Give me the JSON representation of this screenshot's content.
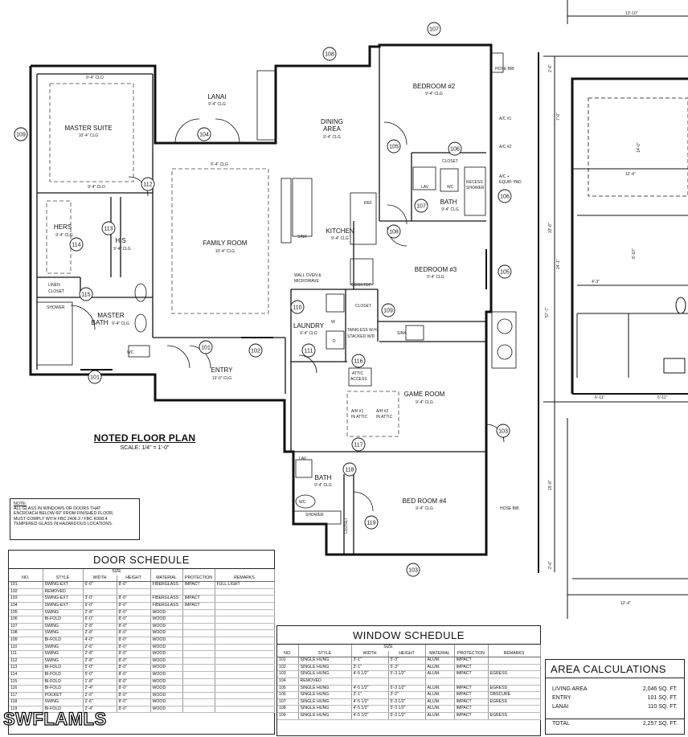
{
  "rooms": {
    "master_suite": {
      "name": "MASTER SUITE",
      "clg": "10'-4\" CLG",
      "clo": "9'-4\" CLO",
      "clo2": "9'-4\" CLO"
    },
    "lanai": {
      "name": "LANAI",
      "clg": "9'-4\" CLG"
    },
    "dining": {
      "name1": "DINING",
      "name2": "AREA",
      "clg": "9'-4\" CLG"
    },
    "bedroom2": {
      "name": "BEDROOM #2",
      "clg": "9'-4\" CLG"
    },
    "hers": {
      "name": "HERS",
      "clg": "9'-4\" CLG"
    },
    "his": {
      "name": "HIS",
      "clg": "9'-4\" CLG"
    },
    "family": {
      "name": "FAMILY ROOM",
      "clg": "10'-4\" CLG",
      "top": "9'-4\" CLG"
    },
    "kitchen": {
      "name": "KITCHEN",
      "clg": "9'-4\" CLG"
    },
    "bath2": {
      "name": "BATH",
      "clg": "9'-4\" CLG"
    },
    "bedroom3": {
      "name": "BEDROOM #3",
      "clg": "9'-4\" CLG"
    },
    "master_bath": {
      "name1": "MASTER",
      "name2": "BATH",
      "clg": "9'-4\" CLG"
    },
    "laundry": {
      "name": "LAUNDRY",
      "clg": "9'-4\" CLG"
    },
    "entry": {
      "name": "ENTRY",
      "clg": "13'-0\" CLG"
    },
    "game": {
      "name": "GAME ROOM",
      "clg": "9'-4\" CLG"
    },
    "bath3": {
      "name": "BATH",
      "clg": "9'-4\" CLG"
    },
    "bedroom4": {
      "name": "BED ROOM #4",
      "clg": "9'-4\" CLG"
    }
  },
  "fixture_labels": {
    "linen": "LINEN",
    "closet_word": "CLOSET",
    "shower": "SHOWER",
    "wc": "WC",
    "lav": "LAV",
    "sink": "SINK",
    "ref": "REF",
    "cooktop": "COOKTOP",
    "wall_oven1": "WALL OVEN &",
    "wall_oven2": "MICROWAVE",
    "recess1": "RECESS",
    "recess2": "SHOWER",
    "washer1": "TANKLESS W.H.",
    "washer2": "STACKED W/D",
    "attic1": "ATTIC",
    "attic2": "ACCESS",
    "ah1a": "A/H #1",
    "ah1b": "IN ATTIC",
    "ah2a": "A/H #2",
    "ah2b": "IN ATTIC",
    "w": "W",
    "d": "D",
    "hose_bib": "HOSE BIB",
    "ac1": "A/C #1",
    "ac2": "A/C #2",
    "ac_equip1": "A/C +",
    "ac_equip2": "EQUIP. PAD"
  },
  "tags": [
    "101",
    "102",
    "103",
    "104",
    "105",
    "106",
    "107",
    "108",
    "109",
    "110",
    "111",
    "112",
    "113",
    "114",
    "115",
    "116",
    "117",
    "118",
    "119"
  ],
  "dims": {
    "d_top": "13'-10\"",
    "d_width": "12'-4\"",
    "d_bot": "12'-4\"",
    "d_left1": "57'-7\"",
    "d_left2": "33'-8\"",
    "d_left3": "24'-1\"",
    "d_left4": "15'-8\"",
    "d_a": "6'-11\"",
    "d_b": "6'-11\"",
    "d_c": "14'-0\"",
    "d_d": "2'-6\"",
    "d_e": "7'-0\"",
    "d_f": "4'-3\"",
    "d_g": "2'-0\"",
    "d_h": "8'-10\""
  },
  "title": {
    "main": "NOTED FLOOR PLAN",
    "scale": "SCALE: 1/4\" = 1'-0\""
  },
  "note": {
    "title": "NOTE:",
    "lines": [
      "ALL GLASS IN WINDOWS OR DOORS THAT",
      "ENCROACH BELOW 60\" FROM FINISHED FLOOR,",
      "MUST COMPLY WITH FBC 2406.3 / FBC R308.4",
      "TEMPERED GLASS IN HAZARDOUS LOCATIONS."
    ]
  },
  "door_schedule": {
    "title": "DOOR SCHEDULE",
    "size_label": "SIZE",
    "headers": [
      "NO.",
      "STYLE",
      "WIDTH",
      "HEIGHT",
      "MATERIAL",
      "PROTECTION",
      "REMARKS"
    ],
    "rows": [
      [
        "101",
        "SWING-EXT",
        "6'-0\"",
        "8'-0\"",
        "FIBERGLASS",
        "IMPACT",
        "FULL LIGHT"
      ],
      [
        "102",
        "REMOVED",
        "",
        "",
        "",
        "",
        ""
      ],
      [
        "103",
        "SWING-EXT",
        "3'-0\"",
        "8'-0\"",
        "FIBERGLASS",
        "IMPACT",
        ""
      ],
      [
        "104",
        "SWING-EXT",
        "6'-0\"",
        "8'-0\"",
        "FIBERGLASS",
        "IMPACT",
        ""
      ],
      [
        "105",
        "SWING",
        "2'-8\"",
        "8'-0\"",
        "WOOD",
        "",
        ""
      ],
      [
        "106",
        "BI-FOLD",
        "6'-0\"",
        "8'-0\"",
        "WOOD",
        "",
        ""
      ],
      [
        "107",
        "SWING",
        "2'-8\"",
        "8'-0\"",
        "WOOD",
        "",
        ""
      ],
      [
        "108",
        "SWING",
        "2'-8\"",
        "8'-0\"",
        "WOOD",
        "",
        ""
      ],
      [
        "109",
        "BI-FOLD",
        "4'-0\"",
        "8'-0\"",
        "WOOD",
        "",
        ""
      ],
      [
        "110",
        "SWING",
        "2'-6\"",
        "8'-0\"",
        "WOOD",
        "",
        ""
      ],
      [
        "111",
        "SWING",
        "2'-8\"",
        "8'-0\"",
        "WOOD",
        "",
        ""
      ],
      [
        "112",
        "SWING",
        "2'-8\"",
        "8'-0\"",
        "WOOD",
        "",
        ""
      ],
      [
        "113",
        "BI-FOLD",
        "5'-0\"",
        "8'-0\"",
        "WOOD",
        "",
        ""
      ],
      [
        "114",
        "BI-FOLD",
        "5'-0\"",
        "8'-0\"",
        "WOOD",
        "",
        ""
      ],
      [
        "115",
        "BI-FOLD",
        "1'-8\"",
        "8'-0\"",
        "WOOD",
        "",
        ""
      ],
      [
        "116",
        "BI-FOLD",
        "2'-4\"",
        "8'-0\"",
        "WOOD",
        "",
        ""
      ],
      [
        "117",
        "POCKET",
        "2'-6\"",
        "8'-0\"",
        "WOOD",
        "",
        ""
      ],
      [
        "118",
        "SWING",
        "2'-6\"",
        "8'-0\"",
        "WOOD",
        "",
        ""
      ],
      [
        "119",
        "BI-FOLD",
        "2'-4\"",
        "8'-0\"",
        "WOOD",
        "",
        ""
      ]
    ]
  },
  "window_schedule": {
    "title": "WINDOW SCHEDULE",
    "size_label": "SIZE",
    "headers": [
      "NO.",
      "STYLE",
      "WIDTH",
      "HEIGHT",
      "MATERIAL",
      "PROTECTION",
      "REMARKS"
    ],
    "rows": [
      [
        "101",
        "SINGLE HUNG",
        "3'-1\"",
        "5'-3\"",
        "ALUM.",
        "IMPACT",
        ""
      ],
      [
        "102",
        "SINGLE HUNG",
        "3'-1\"",
        "5'-3\"",
        "ALUM.",
        "IMPACT",
        ""
      ],
      [
        "103",
        "SINGLE HUNG",
        "4'-5 1/2\"",
        "5'-3 1/2\"",
        "ALUM.",
        "IMPACT",
        "EGRESS"
      ],
      [
        "104",
        "REMOVED",
        "",
        "",
        "",
        "",
        ""
      ],
      [
        "105",
        "SINGLE HUNG",
        "4'-5 1/2\"",
        "5'-3 1/2\"",
        "ALUM.",
        "IMPACT",
        "EGRESS"
      ],
      [
        "106",
        "SINGLE HUNG",
        "3'-1\"",
        "3'-2\"",
        "ALUM.",
        "IMPACT",
        "OBSCURE"
      ],
      [
        "107",
        "SINGLE HUNG",
        "4'-5 1/2\"",
        "5'-3 1/2\"",
        "ALUM.",
        "IMPACT",
        "EGRESS"
      ],
      [
        "108",
        "SINGLE HUNG",
        "4'-5 1/2\"",
        "5'-3 1/2\"",
        "ALUM.",
        "IMPACT",
        ""
      ],
      [
        "109",
        "SINGLE HUNG",
        "4'-5 1/2\"",
        "5'-3 1/2\"",
        "ALUM.",
        "IMPACT",
        "EGRESS"
      ]
    ]
  },
  "area": {
    "title": "AREA CALCULATIONS",
    "rows": [
      {
        "label": "LIVING AREA",
        "value": "2,046 SQ. FT."
      },
      {
        "label": "ENTRY",
        "value": "101 SQ. FT."
      },
      {
        "label": "LANAI",
        "value": "110 SQ. FT."
      }
    ],
    "total": {
      "label": "TOTAL",
      "value": "2,257 SQ. FT."
    }
  },
  "brand": "SWFLAMLS"
}
